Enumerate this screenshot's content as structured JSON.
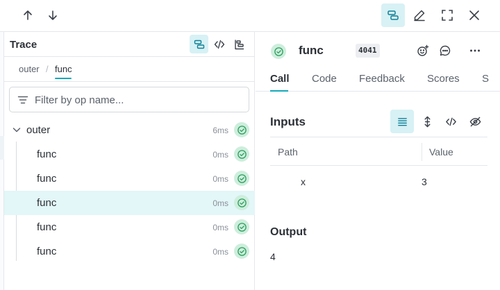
{
  "toolbar": {
    "prev_icon": "arrow-up-icon",
    "next_icon": "arrow-down-icon",
    "trace_view_icon": "trace-view-icon",
    "edit_icon": "pencil-icon",
    "fullscreen_icon": "fullscreen-icon",
    "close_icon": "close-icon"
  },
  "trace": {
    "title": "Trace",
    "views": [
      "tree-view-icon",
      "code-view-icon",
      "timeline-view-icon"
    ],
    "breadcrumb": [
      "outer",
      "func"
    ],
    "breadcrumb_separator": "/",
    "filter_placeholder": "Filter by op name...",
    "rows": [
      {
        "name": "outer",
        "duration": "6ms",
        "status": "success",
        "expanded": true,
        "selected": false
      },
      {
        "name": "func",
        "duration": "0ms",
        "status": "success",
        "selected": false
      },
      {
        "name": "func",
        "duration": "0ms",
        "status": "success",
        "selected": false
      },
      {
        "name": "func",
        "duration": "0ms",
        "status": "success",
        "selected": true
      },
      {
        "name": "func",
        "duration": "0ms",
        "status": "success",
        "selected": false
      },
      {
        "name": "func",
        "duration": "0ms",
        "status": "success",
        "selected": false
      }
    ]
  },
  "call": {
    "name": "func",
    "id_badge": "4041",
    "status": "success",
    "actions": [
      "reaction-icon",
      "comment-icon",
      "more-icon"
    ],
    "tabs": [
      "Call",
      "Code",
      "Feedback",
      "Scores",
      "S"
    ],
    "active_tab": "Call",
    "inputs": {
      "title": "Inputs",
      "modes": [
        "list-icon",
        "expand-icon",
        "code-icon",
        "hide-icon"
      ],
      "columns": [
        "Path",
        "Value"
      ],
      "rows": [
        {
          "path": "x",
          "value": "3"
        }
      ]
    },
    "output": {
      "title": "Output",
      "value": "4"
    }
  },
  "colors": {
    "accent": "#13a9ba",
    "active_bg": "#d7f1f5",
    "selected_row": "#e3f6f8",
    "success": "#2e9e5e",
    "success_bg": "#cdeedc"
  }
}
